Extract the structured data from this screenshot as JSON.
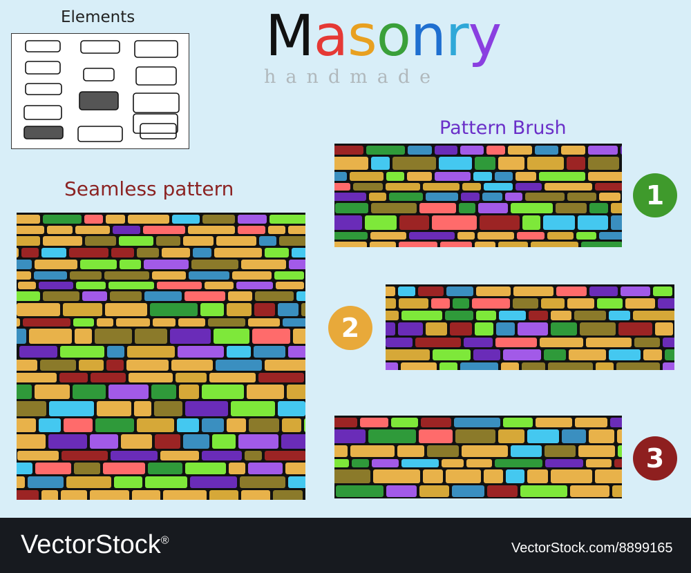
{
  "elements": {
    "title": "Elements"
  },
  "header": {
    "title_letters": [
      {
        "ch": "M",
        "color": "#111111"
      },
      {
        "ch": "a",
        "color": "#e53935"
      },
      {
        "ch": "s",
        "color": "#e8a020"
      },
      {
        "ch": "o",
        "color": "#3aa03a"
      },
      {
        "ch": "n",
        "color": "#1f6fd0"
      },
      {
        "ch": "r",
        "color": "#2fa8d8"
      },
      {
        "ch": "y",
        "color": "#8a3fe0"
      }
    ],
    "subtitle": "handmade"
  },
  "pattern_brush": {
    "title": "Pattern Brush"
  },
  "seamless": {
    "title": "Seamless pattern"
  },
  "badges": [
    {
      "label": "1",
      "color": "#3f9a2c"
    },
    {
      "label": "2",
      "color": "#e8a93a"
    },
    {
      "label": "3",
      "color": "#8e1f1f"
    }
  ],
  "footer": {
    "logo": "VectorStock",
    "logo_mark": "®",
    "image_id": "VectorStock.com/8899165"
  },
  "colors": {
    "background": "#d8eef8",
    "mortar": "#111111",
    "bricks": [
      "#e8b24a",
      "#e8b24a",
      "#e8b24a",
      "#e8b24a",
      "#44c8f0",
      "#7ee83a",
      "#a25ae8",
      "#9c2424",
      "#8b7a2a",
      "#3a8fc0",
      "#ff6b6b",
      "#2f9a3a",
      "#6a2cb8",
      "#d6a838"
    ]
  }
}
